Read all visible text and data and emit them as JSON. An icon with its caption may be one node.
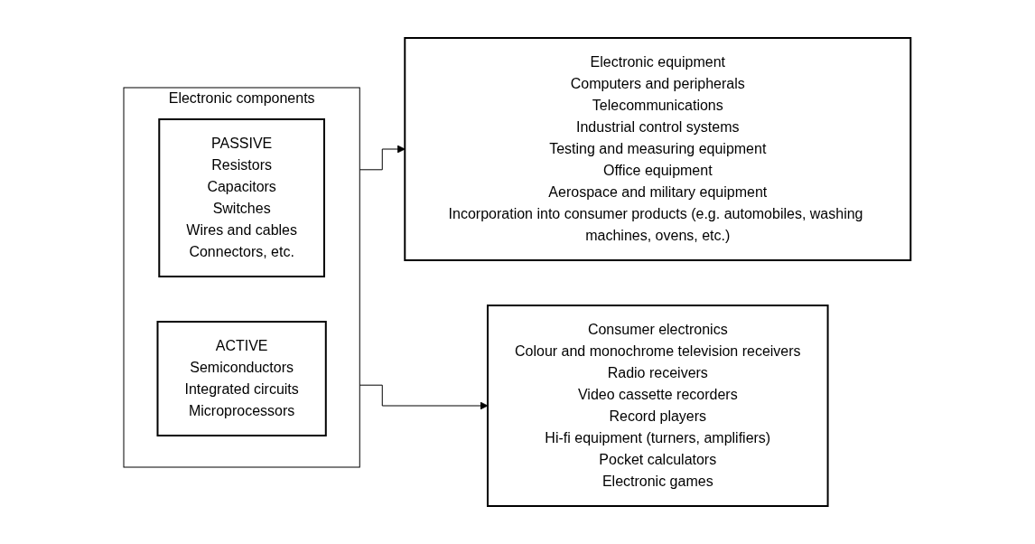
{
  "diagram": {
    "nodes": [
      {
        "text": [
          "Electronic components"
        ]
      },
      {
        "text": [
          "PASSIVE",
          "Resistors",
          "Capacitors",
          "Switches",
          "Wires and cables",
          "Connectors, etc."
        ],
        "in": 0
      },
      {
        "text": [
          "ACTIVE",
          "Semiconductors",
          "Integrated circuits",
          "Microprocessors"
        ],
        "in": 0
      },
      {
        "text": [
          "Electronic equipment",
          "Computers and peripherals",
          "Telecommunications",
          "Industrial control systems",
          "Testing and measuring equipment",
          "Office equipment",
          "Aerospace and military equipment",
          "Incorporation into consumer products (e.g. automobiles, washing machines, ovens, etc.)"
        ]
      },
      {
        "text": [
          "Consumer electronics",
          "Colour and monochrome television receivers",
          "Radio receivers",
          "Video cassette recorders",
          "Record players",
          "Hi-fi equipment (turners, amplifiers)",
          "Pocket calculators",
          "Electronic games"
        ]
      }
    ],
    "edges": [
      {
        "from": 0,
        "to": 3,
        "arrow": "to"
      },
      {
        "from": 0,
        "to": 4,
        "arrow": "to"
      }
    ]
  }
}
